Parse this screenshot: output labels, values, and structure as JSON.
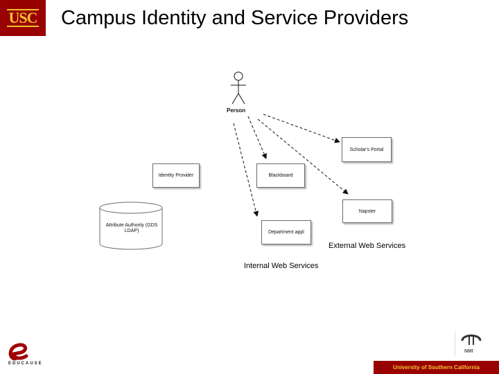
{
  "header": {
    "logo_text": "USC",
    "title": "Campus Identity and Service Providers"
  },
  "diagram": {
    "actor": "Person",
    "boxes": {
      "identity_provider": "Identity Provider",
      "blackboard": "Blackboard",
      "scholars_portal": "Scholar's Portal",
      "napster": "Napster",
      "department_app": "Department appl"
    },
    "database": "Attribute Authority (GDS LDAP)",
    "regions": {
      "external": "External Web Services",
      "internal": "Internal Web Services"
    }
  },
  "footer": {
    "left_logo_text": "EDUCAUSE",
    "right_logo_text": "NMI",
    "banner": "University of Southern California"
  },
  "colors": {
    "brand": "#990000",
    "gold": "#f4c430"
  }
}
